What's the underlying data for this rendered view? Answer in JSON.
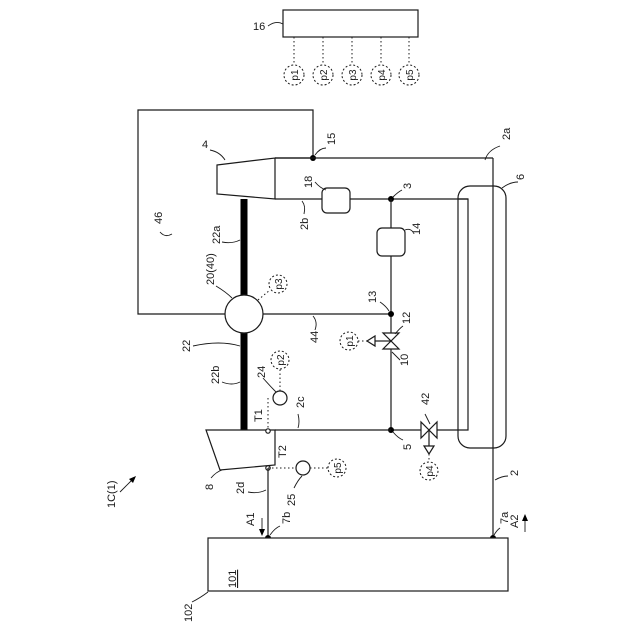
{
  "labels": {
    "controller": "16",
    "sensor_p1": "p1",
    "sensor_p2": "p2",
    "sensor_p3": "p3",
    "sensor_p4": "p4",
    "sensor_p5": "p5",
    "compressor": "4",
    "node15": "15",
    "pipe2a": "2a",
    "hx6": "6",
    "comp18": "18",
    "node3": "3",
    "pipe2b": "2b",
    "line46": "46",
    "shaft22a": "22a",
    "comp14": "14",
    "motor": "20(40)",
    "node13": "13",
    "valve12": "12",
    "line44": "44",
    "shaft22": "22",
    "line10": "10",
    "sensor24": "24",
    "shaft22b": "22b",
    "pipe2c": "2c",
    "temp_t1": "T1",
    "valve42": "42",
    "node5": "5",
    "temp_t2": "T2",
    "pipe2": "2",
    "turbine": "8",
    "pipe2d": "2d",
    "sensor25": "25",
    "system": "1C(1)",
    "flow_a1": "A1",
    "port7b": "7b",
    "port7a": "7a",
    "flow_a2": "A2",
    "unit101": "101",
    "unit102": "102"
  }
}
